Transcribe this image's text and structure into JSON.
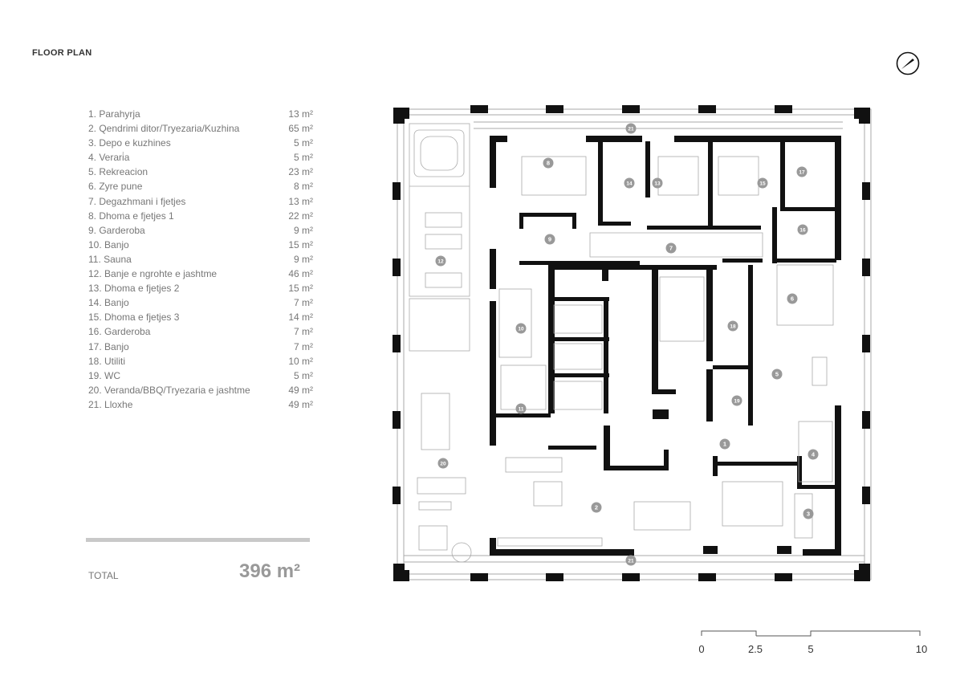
{
  "title": "FLOOR PLAN",
  "rooms": [
    {
      "label": "1. Parahyrja",
      "area": "13 m²"
    },
    {
      "label": "2. Qendrimi ditor/Tryezaria/Kuzhina",
      "area": "65 m²"
    },
    {
      "label": "3. Depo e kuzhines",
      "area": "5 m²"
    },
    {
      "label": "4. Verari̇a",
      "area": "5 m²"
    },
    {
      "label": "5. Rekreacion",
      "area": "23 m²"
    },
    {
      "label": "6. Zyre pune",
      "area": "8 m²"
    },
    {
      "label": "7. Degazhmani i fjetjes",
      "area": "13 m²"
    },
    {
      "label": "8. Dhoma e fjetjes 1",
      "area": "22 m²"
    },
    {
      "label": "9. Garderoba",
      "area": "9 m²"
    },
    {
      "label": "10. Banjo",
      "area": "15 m²"
    },
    {
      "label": "11. Sauna",
      "area": "9 m²"
    },
    {
      "label": "12. Banje e ngrohte e jashtme",
      "area": "46 m²"
    },
    {
      "label": "13. Dhoma e fjetjes 2",
      "area": "15 m²"
    },
    {
      "label": "14. Banjo",
      "area": "7 m²"
    },
    {
      "label": "15. Dhoma e fjetjes 3",
      "area": "14 m²"
    },
    {
      "label": "16. Garderoba",
      "area": "7 m²"
    },
    {
      "label": "17. Banjo",
      "area": "7 m²"
    },
    {
      "label": "18. Utiliti",
      "area": "10 m²"
    },
    {
      "label": "19. WC",
      "area": "5 m²"
    },
    {
      "label": "20. Veranda/BBQ/Tryezaria e jashtme",
      "area": "49 m²"
    },
    {
      "label": "21. Lloxhe",
      "area": "49 m²"
    }
  ],
  "total": {
    "label": "TOTAL",
    "value": "396 m²"
  },
  "plan_labels": [
    "1",
    "2",
    "3",
    "4",
    "5",
    "6",
    "7",
    "8",
    "9",
    "10",
    "11",
    "12",
    "13",
    "14",
    "15",
    "16",
    "17",
    "18",
    "19",
    "20",
    "21",
    "21"
  ],
  "scale": {
    "t0": "0",
    "t1": "2.5",
    "t2": "5",
    "t3": "10"
  },
  "colors": {
    "wall": "#111111",
    "line": "#aaaaaa",
    "badge": "#999999",
    "text": "#777777"
  }
}
